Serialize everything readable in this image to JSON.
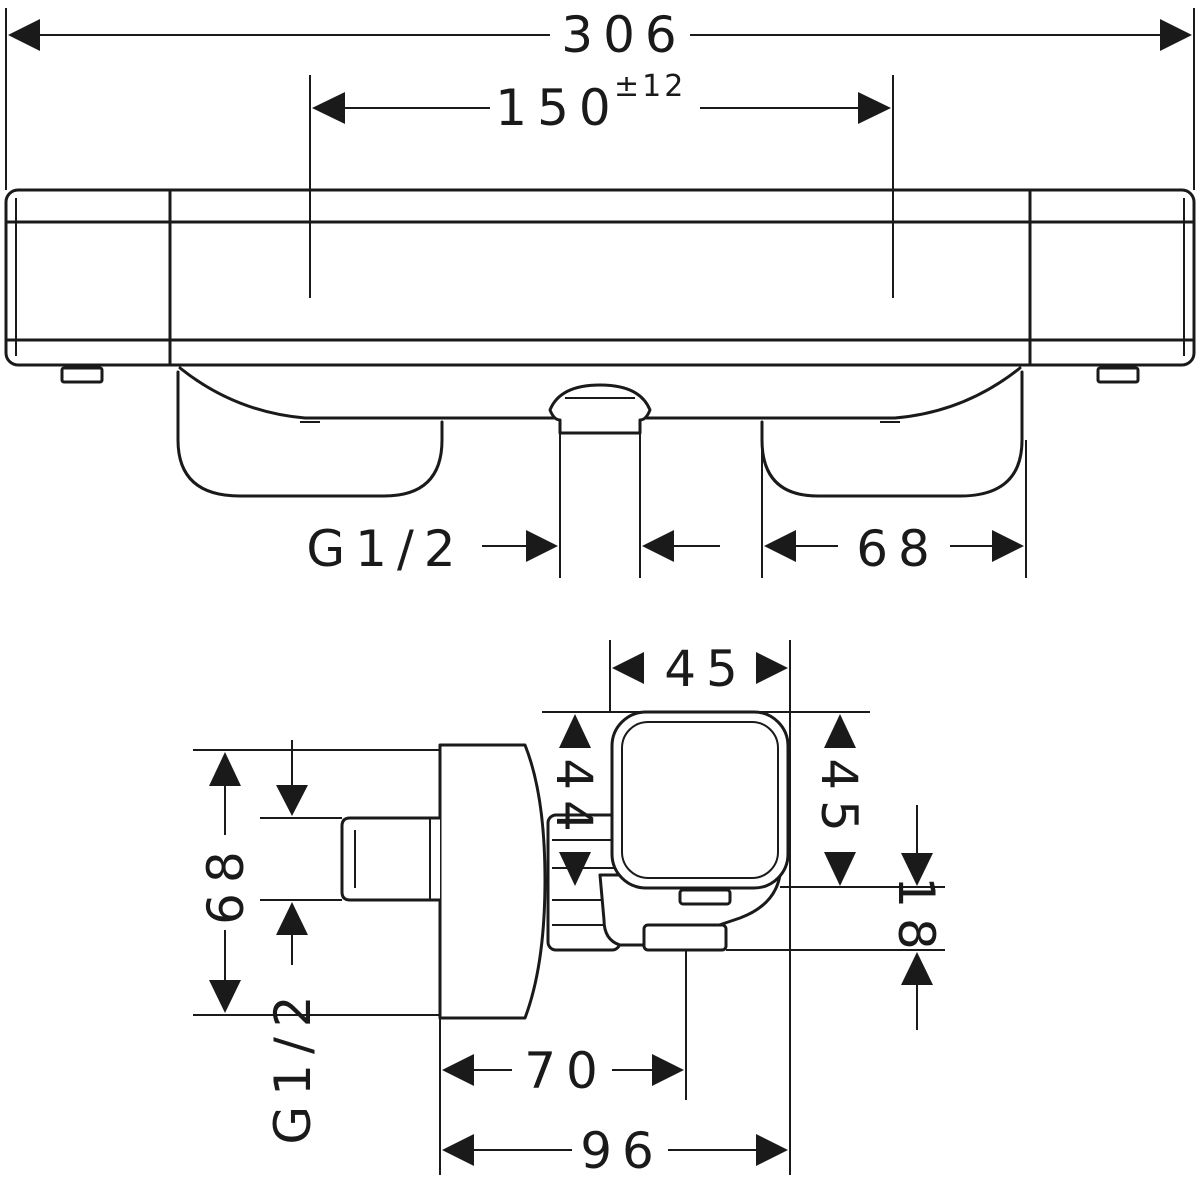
{
  "front_view": {
    "overall_width": "306",
    "inlet_spacing": "150",
    "inlet_spacing_tolerance": "±12",
    "outlet_thread": "G1/2",
    "handle_width": "68"
  },
  "side_view": {
    "module_width": "45",
    "module_height_left": "44",
    "module_height_right": "45",
    "outlet_height": "18",
    "wall_plate_height": "68",
    "inlet_thread": "G1/2",
    "projection_outlet": "70",
    "projection_total": "96"
  }
}
